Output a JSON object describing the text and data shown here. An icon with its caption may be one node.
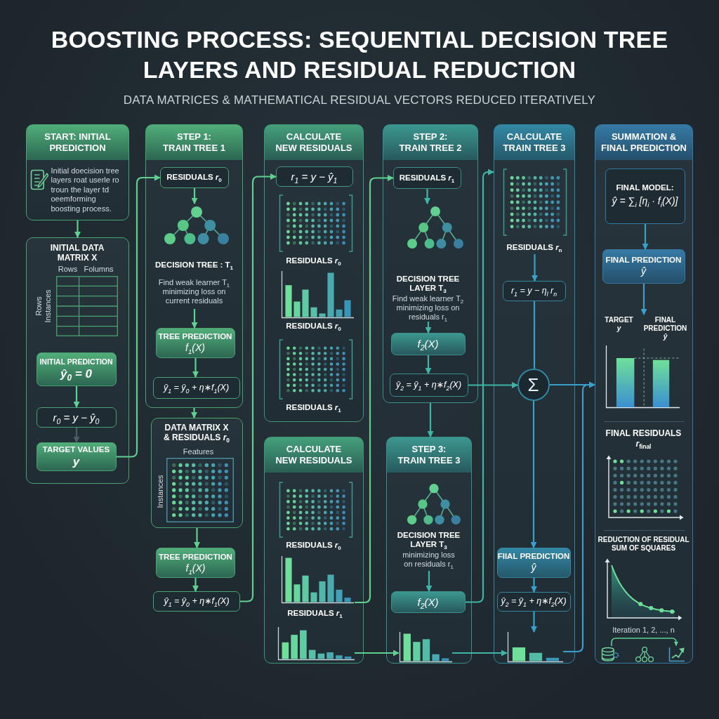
{
  "diagram": {
    "title": "BOOSTING PROCESS: SEQUENTIAL DECISION TREE LAYERS AND RESIDUAL REDUCTION",
    "nodes": [
      {
        "text": [
          "START: INITIAL PREDICTION",
          "Initial doecision tree layers roat userle ro troun the layer td oeemforming boosting process."
        ]
      },
      {
        "text": [
          "INITIAL DATA MATRIX X",
          "Rows",
          "Folumns",
          "Rows Instances"
        ]
      },
      {
        "text": [
          "INITIAL PREDICTION",
          "ŷ$_{0}$ = 0"
        ],
        "in": 1
      },
      {
        "text": [
          "r$_{0}$ = y − ŷ$_{0}$"
        ],
        "in": 1
      },
      {
        "text": [
          "TARGET VALUES",
          "y"
        ],
        "in": 1
      },
      {
        "text": [
          "STEP 1: TRAIN TREE 1"
        ]
      },
      {
        "text": [
          "RESIDUALS *r*$_{0}$"
        ],
        "in": 5
      },
      {
        "text": [
          "DECISION TREE : T$_{1}$",
          "Find weak learner T$_{1}$ minimizing loss on current residuals"
        ],
        "in": 5
      },
      {
        "text": [
          "TREE PREDICTION",
          "f$_{1}$(X)"
        ],
        "in": 5
      },
      {
        "text": [
          "ŷ$_{1}$ = ŷ$_{0}$ + η∗f$_{1}$(X)"
        ],
        "in": 5
      },
      {
        "text": [
          "DATA MATRIX X & RESIDUALS *r*$_{0}$",
          "Features",
          "Instances"
        ]
      },
      {
        "text": [
          "TREE PREDICTION",
          "f$_{1}$(X)"
        ]
      },
      {
        "text": [
          "ŷ$_{1}$ = ŷ$_{0}$ + η∗f$_{1}$(X)"
        ]
      },
      {
        "text": [
          "CALCULATE NEW RESIDUALS",
          "RESIDUALS *r*$_{0}$",
          "RESIDUALS *r*$_{0}$",
          "RESIDUALS *r*$_{1}$"
        ]
      },
      {
        "text": [
          "r$_{1}$ = y − ŷ$_{1}$"
        ],
        "in": 13
      },
      {
        "text": [
          "CALCULATE NEW RESIDUALS",
          "RESIDUALS *r*$_{0}$"
        ]
      },
      {
        "text": [
          "RESIDUALS *r*$_{1}$"
        ],
        "in": 15
      },
      {
        "text": [],
        "shape": "picture",
        "in": 15
      },
      {
        "text": [
          "STEP 2: TRAIN TREE 2"
        ]
      },
      {
        "text": [
          "RESIDUALS *r*$_{1}$"
        ],
        "in": 18
      },
      {
        "text": [
          "DECISION TREE LAYER T$_{3}$",
          "Find weak learner T$_{2}$ minimizing loss on residuals r$_{1}$"
        ],
        "in": 18
      },
      {
        "text": [
          "f$_{2}$(X)"
        ],
        "in": 18
      },
      {
        "text": [
          "ŷ$_{2}$ = ŷ$_{1}$ + η∗f$_{2}$(X)"
        ],
        "in": 18
      },
      {
        "text": [
          "STEP 3: TRAIN TREE 3"
        ]
      },
      {
        "text": [
          "DECISION TREE LAYER T$_{3}$",
          "minimizing loss on residuals r$_{1}$"
        ],
        "in": 23
      },
      {
        "text": [
          "f$_{2}$(X)"
        ],
        "in": 23
      },
      {
        "text": [],
        "shape": "picture",
        "in": 23
      },
      {
        "text": [
          "CALCULATE TRAIN TREE 3"
        ]
      },
      {
        "text": [
          "RESIDUALS *r*$_{n}$"
        ],
        "in": 27
      },
      {
        "text": [
          "r$_{1}$ = y − η$_{l}$ r$_{n}$"
        ],
        "in": 27
      },
      {
        "text": [
          "Σ"
        ],
        "in": 27
      },
      {
        "text": [
          "FIIAL PREDICTION",
          "ŷ"
        ],
        "in": 27
      },
      {
        "text": [
          "ŷ$_{2}$ = ŷ$_{1}$ + η∗f$_{2}$(X)"
        ],
        "in": 27
      },
      {
        "text": [],
        "shape": "picture",
        "in": 27
      },
      {
        "text": [
          "SUMMATION & FINAL PREDICTION",
          "FINAL RESIDUALS *r*$_{final}$",
          "REDUCTION OF RESIDUAL SUM OF SQUARES",
          "Iteration 1, 2, ..., n"
        ]
      },
      {
        "text": [
          "FINAL MODEL:",
          "ŷ = ∑$_{i}$ [η$_{i}$ · f$_{i}$(X)]"
        ],
        "in": 34
      },
      {
        "text": [
          "FINAL PREDICTION",
          "ŷ"
        ],
        "in": 34
      },
      {
        "text": [
          "TARGET *y*",
          "FINAL PREDICTION *ŷ*"
        ],
        "in": 34
      }
    ],
    "edges": [
      {
        "from": 0,
        "to": 1,
        "arrow": "to"
      },
      {
        "from": 2,
        "to": 3,
        "arrow": "to"
      },
      {
        "from": 3,
        "to": 4,
        "arrow": "to",
        "color": "#4b5d66"
      },
      {
        "from": 4,
        "to": 6,
        "arrow": "to"
      },
      {
        "from": 6,
        "to": 7,
        "arrow": "to"
      },
      {
        "from": 7,
        "to": 8,
        "arrow": "to"
      },
      {
        "from": 8,
        "to": 9,
        "arrow": "to"
      },
      {
        "from": 5,
        "to": 10,
        "arrow": "to"
      },
      {
        "from": 10,
        "to": 11,
        "arrow": "to"
      },
      {
        "from": 11,
        "to": 12,
        "arrow": "to"
      },
      {
        "from": 12,
        "to": 14,
        "arrow": "to"
      },
      {
        "from": 16,
        "to": 19,
        "arrow": "to"
      },
      {
        "from": 17,
        "to": 26,
        "arrow": "to"
      },
      {
        "from": 19,
        "to": 20,
        "arrow": "to",
        "color": "#3fb5a8"
      },
      {
        "from": 20,
        "to": 21,
        "arrow": "to",
        "color": "#3fb5a8"
      },
      {
        "from": 21,
        "to": 22,
        "arrow": "to",
        "color": "#3fb5a8"
      },
      {
        "from": 22,
        "to": 30,
        "arrow": "to",
        "color": "#3fb5a8"
      },
      {
        "from": 18,
        "to": 23,
        "arrow": "to",
        "color": "#3fb5a8"
      },
      {
        "from": 24,
        "to": 25,
        "arrow": "to",
        "color": "#3fb5a8"
      },
      {
        "from": 25,
        "to": 27,
        "arrow": "to",
        "color": "#3fb5a8"
      },
      {
        "from": 26,
        "to": 33,
        "arrow": "to",
        "color": "#3fb5a8"
      },
      {
        "from": 28,
        "to": 29,
        "arrow": "to",
        "color": "#3a9fcb"
      },
      {
        "from": 29,
        "to": 30,
        "arrow": "none",
        "color": "#3a9fcb"
      },
      {
        "from": 30,
        "to": 31,
        "arrow": "to",
        "color": "#3a9fcb"
      },
      {
        "from": 31,
        "to": 32,
        "arrow": "to",
        "color": "#3a9fcb"
      },
      {
        "from": 32,
        "to": 33,
        "arrow": "to",
        "color": "#3a9fcb"
      },
      {
        "from": 30,
        "to": 34,
        "arrow": "to",
        "color": "#3a9fcb"
      },
      {
        "from": 33,
        "to": 34,
        "arrow": "to",
        "color": "#3a9fcb"
      },
      {
        "from": 35,
        "to": 36,
        "arrow": "to",
        "color": "#3a9fcb"
      },
      {
        "from": 36,
        "to": 37,
        "arrow": "to",
        "color": "#3a9fcb"
      }
    ],
    "labels": [
      "DATA MATRICES & MATHEMATICAL RESIDUAL VECTORS REDUCED ITERATIVELY"
    ]
  }
}
